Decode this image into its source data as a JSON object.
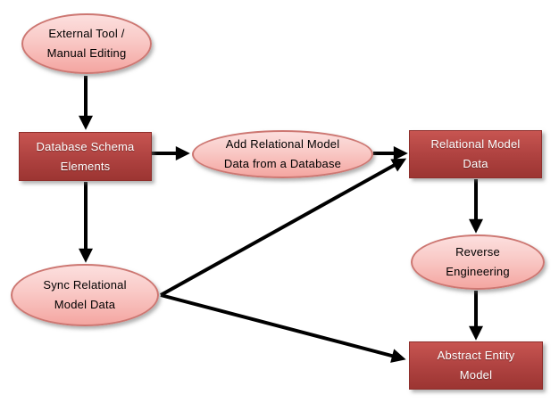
{
  "diagram": {
    "title": "Relational model data flow diagram",
    "background": "#ffffff",
    "colors": {
      "artifact_box_gradient_top": "#c75551",
      "artifact_box_gradient_bottom": "#9c3532",
      "artifact_box_border": "#8e2f2c",
      "artifact_box_text": "#ffffff",
      "action_ellipse_gradient_top": "#fcdfde",
      "action_ellipse_gradient_bottom": "#f4a6a1",
      "action_ellipse_border": "#cd7772",
      "action_ellipse_text": "#000000",
      "arrow": "#000000"
    },
    "nodes": {
      "external_tool": {
        "shape": "ellipse",
        "line1": "External Tool /",
        "line2": "Manual Editing"
      },
      "database_schema": {
        "shape": "rect",
        "line1": "Database Schema",
        "line2": "Elements"
      },
      "add_relational": {
        "shape": "ellipse",
        "line1": "Add Relational Model",
        "line2": "Data from a Database"
      },
      "relational_model": {
        "shape": "rect",
        "line1": "Relational Model",
        "line2": "Data"
      },
      "sync_relational": {
        "shape": "ellipse",
        "line1": "Sync Relational",
        "line2": "Model Data"
      },
      "reverse_engineering": {
        "shape": "ellipse",
        "line1": "Reverse",
        "line2": "Engineering"
      },
      "abstract_entity": {
        "shape": "rect",
        "line1": "Abstract Entity",
        "line2": "Model"
      }
    },
    "edges": [
      {
        "from": "external_tool",
        "to": "database_schema"
      },
      {
        "from": "database_schema",
        "to": "add_relational"
      },
      {
        "from": "add_relational",
        "to": "relational_model"
      },
      {
        "from": "database_schema",
        "to": "sync_relational"
      },
      {
        "from": "sync_relational",
        "to": "relational_model"
      },
      {
        "from": "sync_relational",
        "to": "abstract_entity"
      },
      {
        "from": "relational_model",
        "to": "reverse_engineering"
      },
      {
        "from": "reverse_engineering",
        "to": "abstract_entity"
      }
    ]
  }
}
